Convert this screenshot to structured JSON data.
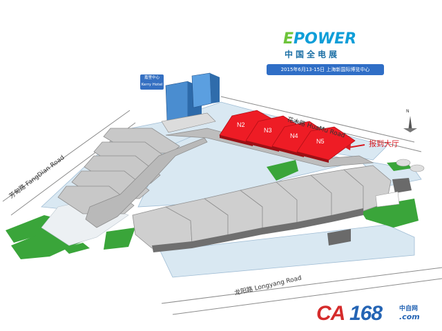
{
  "logo": {
    "mark_e": "E",
    "mark_rest": "POWER",
    "subtitle": "中国全电展"
  },
  "banner": {
    "text": "2015年6月13-15日  上海新国际博览中心"
  },
  "kerry": {
    "line1": "嘉里中心",
    "line2": "Kerry Hotel"
  },
  "roads": {
    "huamu": "花木路 HuaMu Road",
    "fangdian": "芳甸路 FangDian Road",
    "longyang": "龙阳路 Longyang Road"
  },
  "halls": [
    {
      "label": "N2"
    },
    {
      "label": "N3"
    },
    {
      "label": "N4"
    },
    {
      "label": "N5"
    }
  ],
  "report_label": "报到大厅",
  "compass": "N",
  "brand": {
    "ca": "CA",
    "num": "168",
    "cn": "中自网",
    "com": ".com"
  },
  "colors": {
    "highlight_hall": "#ee1c25",
    "hall_gray": "#c8c8c8",
    "water": "#d9e8f2",
    "grass": "#3aa53a",
    "banner": "#2f6ec6",
    "report_text": "#d81920",
    "brand_red": "#d52b2b",
    "brand_blue": "#2464b4"
  }
}
